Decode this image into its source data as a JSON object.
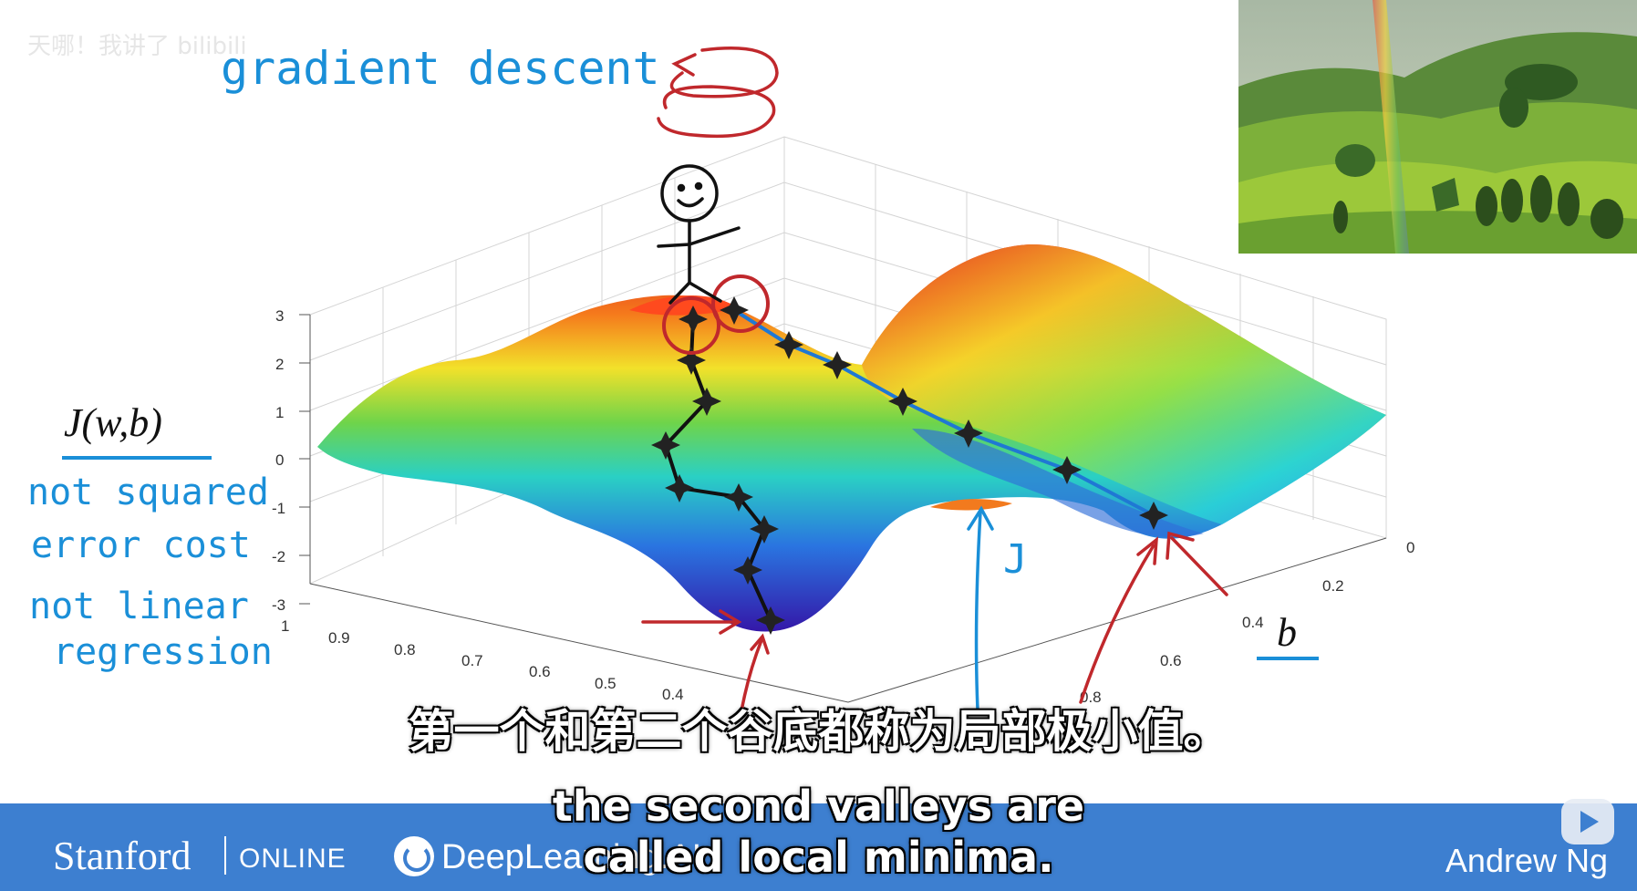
{
  "watermark": "天哪！我讲了 bilibili",
  "annotations": {
    "title": "gradient descent",
    "j_label": "J(w,b)",
    "note_1": "not squared",
    "note_2": "error cost",
    "note_3": "not linear",
    "note_4": "regression",
    "surface_j": "J",
    "b_axis": "b"
  },
  "axes": {
    "z_ticks": [
      "3",
      "2",
      "1",
      "0",
      "-1",
      "-2",
      "-3"
    ],
    "w_ticks": [
      "1",
      "0.9",
      "0.8",
      "0.7",
      "0.6",
      "0.5",
      "0.4"
    ],
    "b_ticks": [
      "0",
      "0.2",
      "0.4",
      "0.6",
      "0.8"
    ]
  },
  "subtitles": {
    "zh": "第一个和第二个谷底都称为局部极小值。",
    "en_line1": "the second valleys are",
    "en_line2": "called local minima."
  },
  "footer": {
    "stanford": "Stanford",
    "online": "ONLINE",
    "deeplearning": "DeepLearning.AI",
    "instructor": "Andrew Ng"
  },
  "colors": {
    "annotation_blue": "#1a8fd8",
    "annotation_red": "#c0282c",
    "bar_blue": "#3d7fd0"
  },
  "icons": [
    "stick-figure-icon",
    "play-icon",
    "landscape-thumbnail"
  ]
}
